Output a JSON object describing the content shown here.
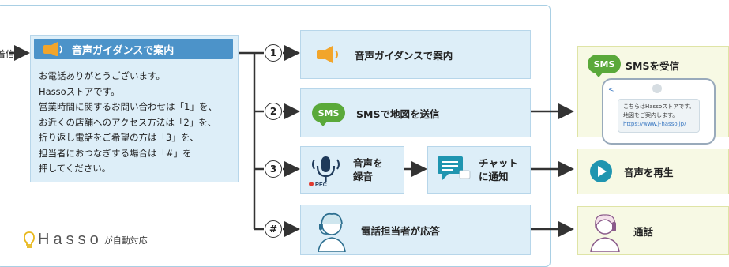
{
  "left_edge_label": "着信",
  "guide": {
    "title": "音声ガイダンスで案内",
    "body": "お電話ありがとうございます。\nHassoストアです。\n営業時間に関するお問い合わせは「1」を、\nお近くの店舗へのアクセス方法は「2」を、\n折り返し電話をご希望の方は「3」を、\n担当者におつなぎする場合は「#」を\n押してください。"
  },
  "options": [
    {
      "key": "1",
      "label": "音声ガイダンスで案内"
    },
    {
      "key": "2",
      "label": "SMSで地図を送信"
    },
    {
      "key": "3",
      "label_line1": "音声を",
      "label_line2": "録音"
    },
    {
      "key": "#",
      "label": "電話担当者が応答"
    }
  ],
  "chat_notify": {
    "line1": "チャット",
    "line2": "に通知"
  },
  "results": {
    "sms": {
      "title": "SMSを受信",
      "badge": "SMS",
      "message_line1": "こちらはHassoストアです。",
      "message_line2": "地図をご案内します。",
      "message_url": "https://www.j-hasso.jp/"
    },
    "play": "音声を再生",
    "call": "通話"
  },
  "sms_badge": "SMS",
  "rec_label": "REC",
  "brand": {
    "name": "Hasso",
    "suffix": "が自動対応"
  },
  "colors": {
    "accent": "#4c93c9",
    "box": "#ddeef8",
    "result": "#f7f9e4",
    "sms_green": "#5aa93a",
    "play_teal": "#1f95b0"
  }
}
